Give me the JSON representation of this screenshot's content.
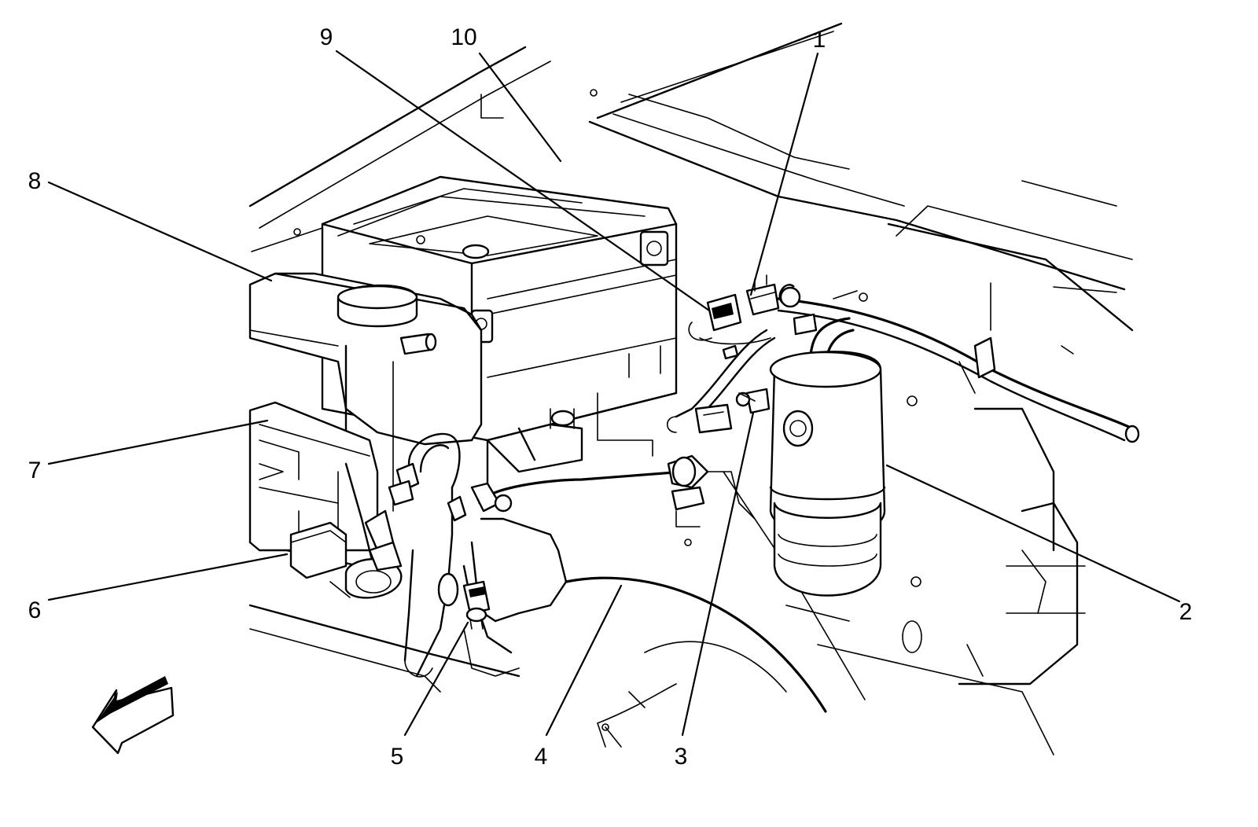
{
  "diagram": {
    "callouts": [
      {
        "id": "1",
        "label": "1"
      },
      {
        "id": "2",
        "label": "2"
      },
      {
        "id": "3",
        "label": "3"
      },
      {
        "id": "4",
        "label": "4"
      },
      {
        "id": "5",
        "label": "5"
      },
      {
        "id": "6",
        "label": "6"
      },
      {
        "id": "7",
        "label": "7"
      },
      {
        "id": "8",
        "label": "8"
      },
      {
        "id": "9",
        "label": "9"
      },
      {
        "id": "10",
        "label": "10"
      }
    ],
    "orientation_arrow": "front-arrow-icon"
  }
}
